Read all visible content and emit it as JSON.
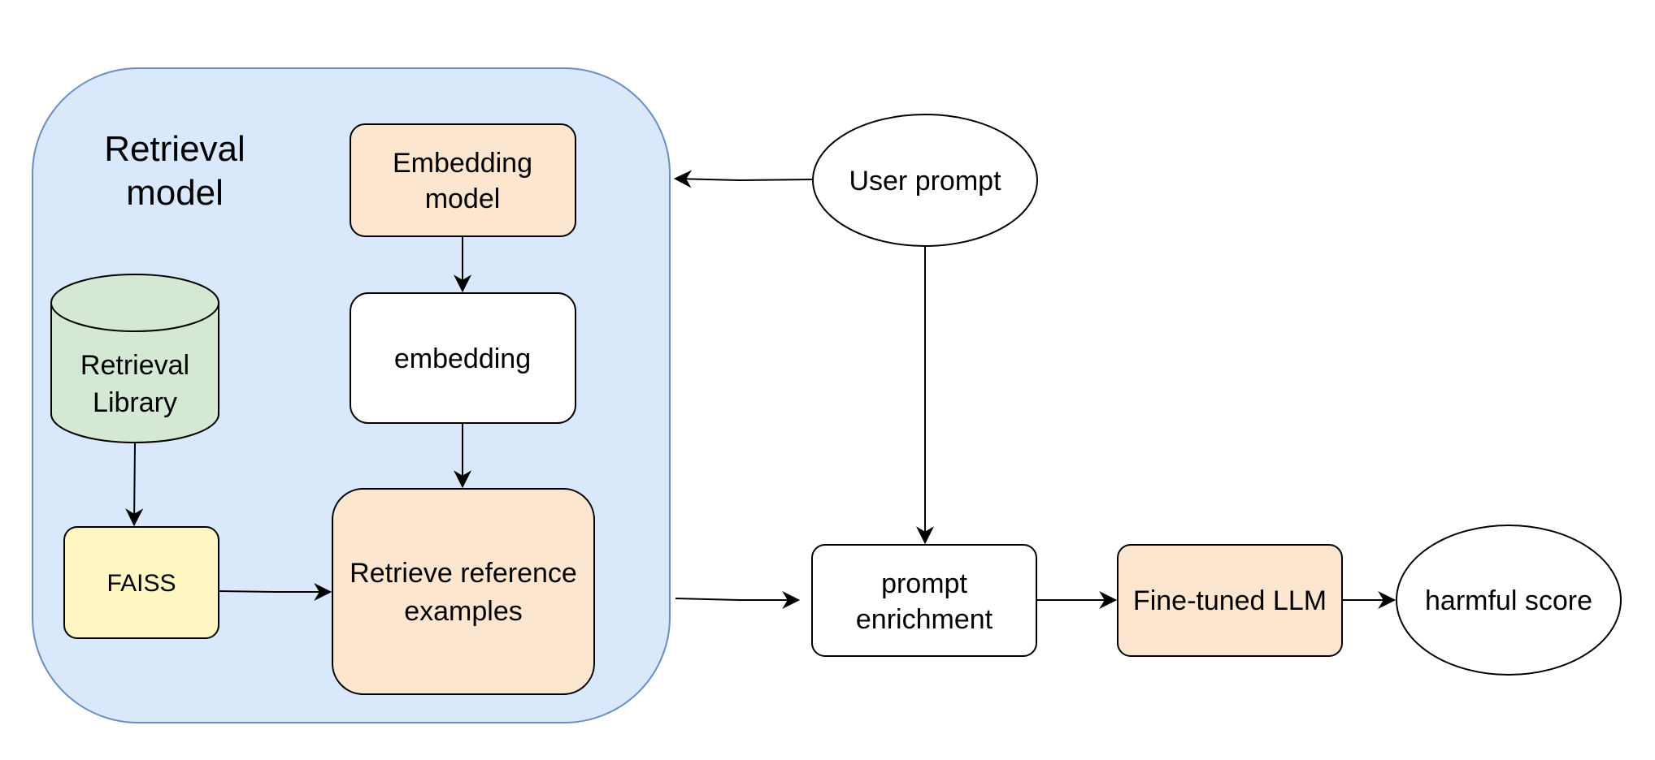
{
  "colors": {
    "group_fill": "#dae8fc",
    "group_stroke": "#6c8ebf",
    "orange_fill": "#fce6d0",
    "green_fill": "#d5e8d4",
    "yellow_fill": "#fff6c2",
    "white_fill": "#ffffff",
    "stroke": "#000000"
  },
  "group": {
    "title_line1": "Retrieval",
    "title_line2": "model"
  },
  "nodes": {
    "embedding_model": {
      "line1": "Embedding",
      "line2": "model"
    },
    "embedding": {
      "line1": "embedding"
    },
    "retrieval_library": {
      "line1": "Retrieval",
      "line2": "Library"
    },
    "faiss": {
      "line1": "FAISS"
    },
    "retrieve_reference": {
      "line1": "Retrieve reference",
      "line2": "examples"
    },
    "user_prompt": {
      "line1": "User prompt"
    },
    "prompt_enrichment": {
      "line1": "prompt",
      "line2": "enrichment"
    },
    "fine_tuned_llm": {
      "line1": "Fine-tuned LLM"
    },
    "harmful_score": {
      "line1": "harmful score"
    }
  }
}
